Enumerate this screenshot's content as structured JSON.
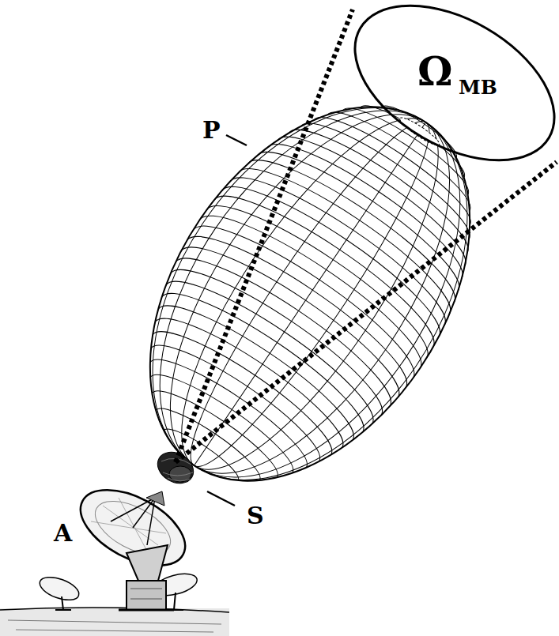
{
  "diagram": {
    "labels": [
      "P",
      "S",
      "A",
      "Ω",
      "MB"
    ]
  }
}
